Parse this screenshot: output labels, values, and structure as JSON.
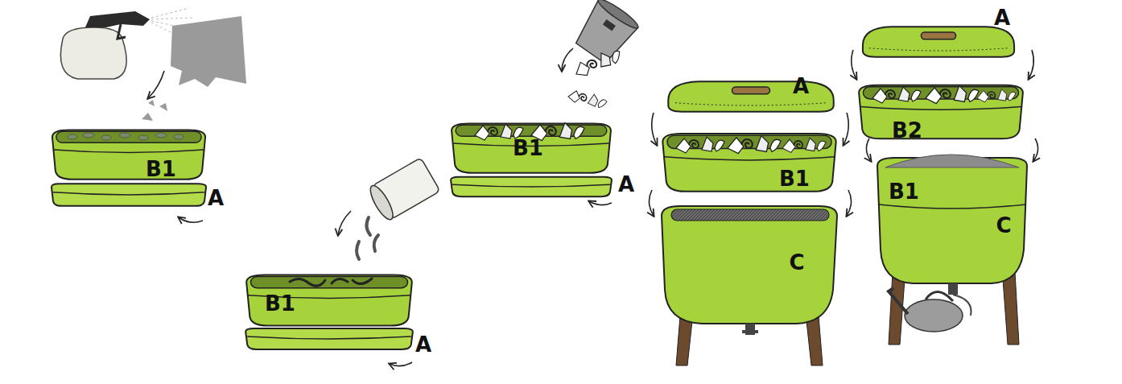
{
  "diagram": {
    "labels": [
      "B1",
      "A",
      "B1",
      "A",
      "B1",
      "A",
      "A",
      "B1",
      "C",
      "A",
      "B2",
      "B1",
      "C"
    ]
  }
}
